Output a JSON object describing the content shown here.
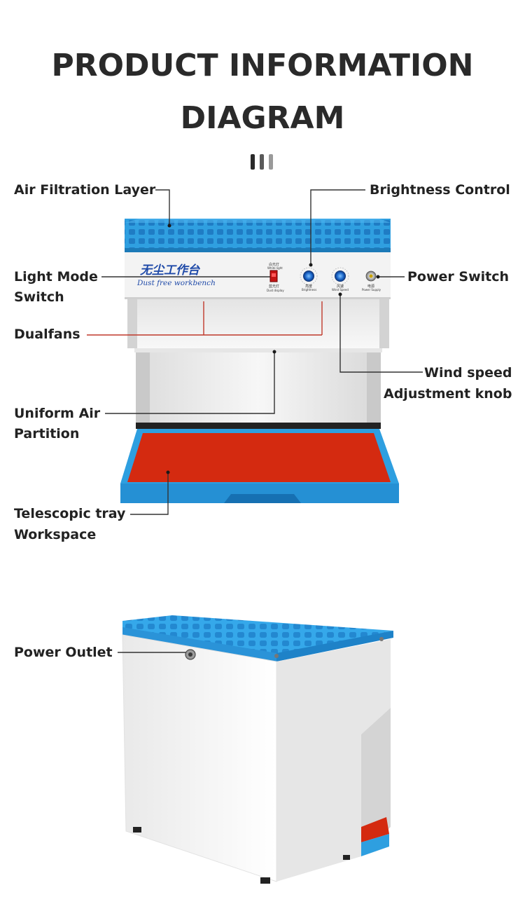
{
  "title": {
    "line1": "PRODUCT INFORMATION",
    "line2": "DIAGRAM"
  },
  "decor": {
    "bar_colors": [
      "#2a2a2a",
      "#5a5a5a",
      "#9a9a9a"
    ]
  },
  "colors": {
    "filter_blue": "#2f9fe0",
    "tray_blue": "#2e9fe0",
    "tray_red": "#d42a10",
    "body_white": "#f2f2f2",
    "leader_red": "#c0392b",
    "leader_dark": "#333333"
  },
  "front_panel": {
    "brand_cn": "无尘工作台",
    "brand_en": "Dust free workbench",
    "switch_top": "白光灯",
    "switch_top_en": "White light",
    "switch_bottom": "蓝光灯",
    "switch_bottom_en": "Dust display",
    "knob1_cn": "亮度",
    "knob1_en": "Brightness",
    "knob2_cn": "风速",
    "knob2_en": "Wind Speed",
    "power_cn": "电源",
    "power_en": "Power Supply"
  },
  "labels": {
    "air_filtration": "Air Filtration Layer",
    "brightness_control": "Brightness Control",
    "light_mode_1": "Light Mode",
    "light_mode_2": "Switch",
    "power_switch": "Power Switch",
    "dualfans": "Dualfans",
    "wind_speed_1": "Wind speed",
    "wind_speed_2": "Adjustment knob",
    "uniform_air_1": "Uniform Air",
    "uniform_air_2": "Partition",
    "telescopic_1": "Telescopic tray",
    "telescopic_2": "Workspace",
    "power_outlet": "Power Outlet"
  }
}
